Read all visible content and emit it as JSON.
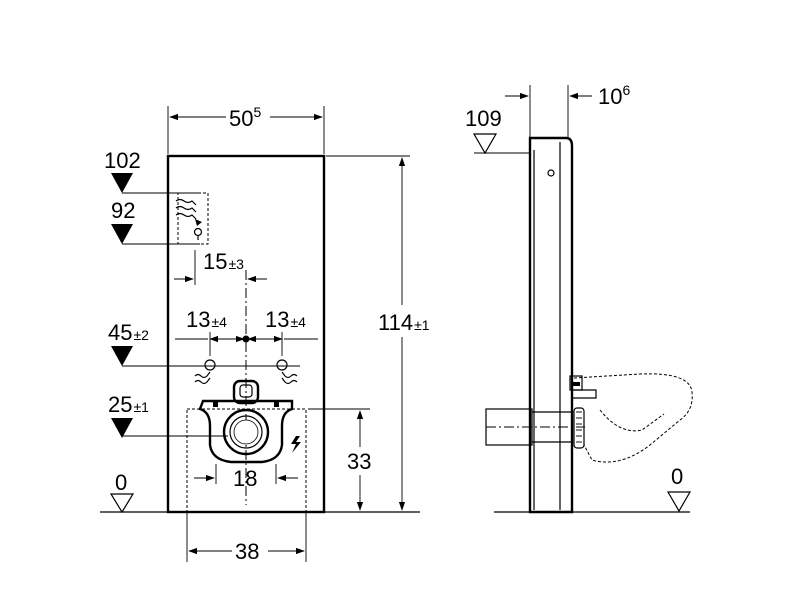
{
  "front_view": {
    "width": {
      "main": "50",
      "sup": "5"
    },
    "height": {
      "main": "114",
      "tol": "±1"
    },
    "level_102": "102",
    "level_92": "92",
    "level_45": {
      "main": "45",
      "tol": "±2"
    },
    "level_25": {
      "main": "25",
      "tol": "±1"
    },
    "level_0": "0",
    "offset_15": {
      "main": "15",
      "tol": "±3"
    },
    "spacing_left": {
      "main": "13",
      "tol": "±4"
    },
    "spacing_right": {
      "main": "13",
      "tol": "±4"
    },
    "depth_33": "33",
    "spacing_18": "18",
    "width_38": "38"
  },
  "side_view": {
    "level_109": "109",
    "depth": {
      "main": "10",
      "sup": "6"
    },
    "level_0": "0"
  },
  "icons": [
    "level-marker-filled-icon",
    "level-marker-outline-icon",
    "water-supply-icon",
    "electrical-icon"
  ]
}
